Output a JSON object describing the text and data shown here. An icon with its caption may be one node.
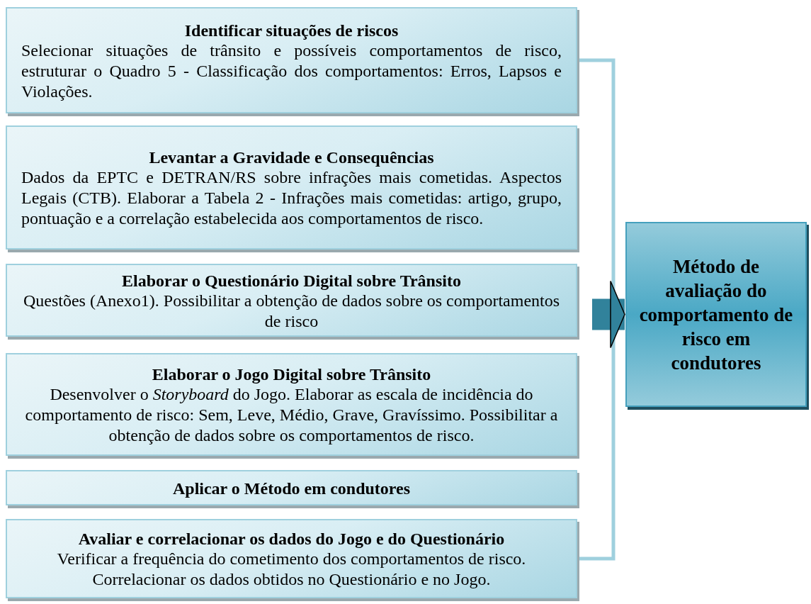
{
  "diagram": {
    "nodes": [
      {
        "text": [
          "Identificar situações de riscos",
          "Selecionar situações de trânsito e possíveis comportamentos de risco, estruturar o  Quadro 5 - Classificação dos comportamentos: Erros, Lapsos e Violações."
        ]
      },
      {
        "text": [
          "Levantar a Gravidade e Consequências",
          "Dados da EPTC e DETRAN/RS sobre infrações mais cometidas. Aspectos Legais (CTB). Elaborar a Tabela 2 - Infrações mais cometidas: artigo, grupo, pontuação e a correlação estabelecida aos comportamentos de risco."
        ]
      },
      {
        "text": [
          "Elaborar o Questionário Digital sobre Trânsito",
          "Questões (Anexo1). Possibilitar a obtenção de dados sobre os comportamentos de risco"
        ]
      },
      {
        "text": [
          "Elaborar o Jogo Digital sobre Trânsito",
          "Desenvolver o *Storyboard*  do Jogo. Elaborar as escala de incidência do comportamento de risco: Sem, Leve, Médio, Grave, Gravíssimo. Possibilitar a obtenção de dados sobre os comportamentos de risco."
        ]
      },
      {
        "text": [
          "Aplicar o Método em condutores"
        ]
      },
      {
        "text": [
          "Avaliar e correlacionar os dados do Jogo e do Questionário",
          "Verificar a frequência do cometimento dos comportamentos de risco. Correlacionar os dados obtidos no Questionário e no Jogo."
        ]
      },
      {
        "text": [
          "Método de avaliação do comportamento de risco em condutores"
        ]
      }
    ],
    "edges": [
      {
        "from": 0,
        "to": 5,
        "arrow": "none"
      },
      {
        "from": null,
        "to": 6,
        "arrow": "to",
        "style": "thick",
        "color": "#31829b"
      }
    ]
  }
}
